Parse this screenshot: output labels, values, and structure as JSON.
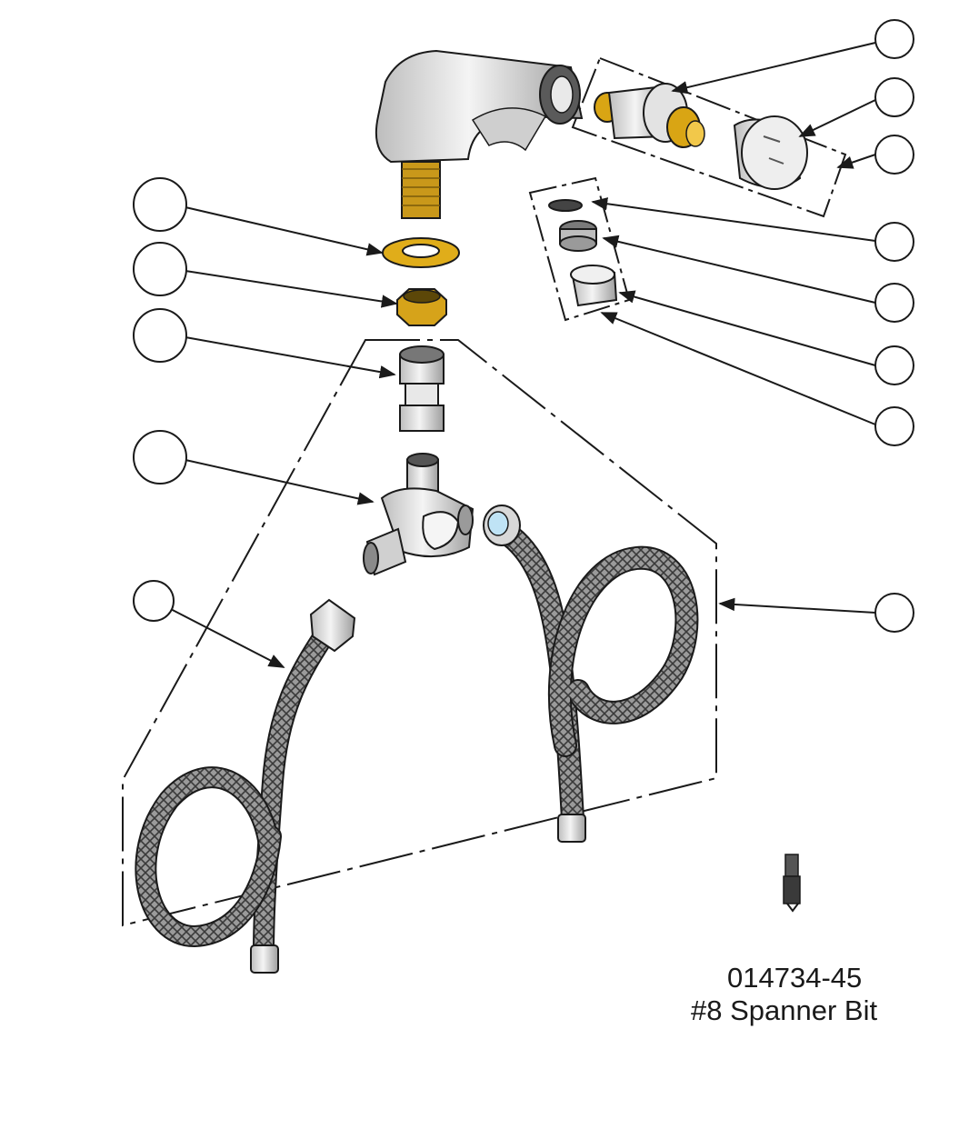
{
  "callouts": [
    {
      "id": "callout-seat-cartridge",
      "side": "right"
    },
    {
      "id": "callout-handle-cap",
      "side": "right"
    },
    {
      "id": "callout-cartridge-kit",
      "side": "right"
    },
    {
      "id": "callout-o-ring",
      "side": "right"
    },
    {
      "id": "callout-flow-insert",
      "side": "right"
    },
    {
      "id": "callout-aerator-housing",
      "side": "right"
    },
    {
      "id": "callout-aerator-kit",
      "side": "right"
    },
    {
      "id": "callout-washer",
      "side": "left"
    },
    {
      "id": "callout-lock-nut",
      "side": "left"
    },
    {
      "id": "callout-coupling",
      "side": "left"
    },
    {
      "id": "callout-tee-fitting",
      "side": "left"
    },
    {
      "id": "callout-supply-hose",
      "side": "left"
    },
    {
      "id": "callout-hose-kit",
      "side": "right"
    }
  ],
  "part_number": {
    "code": "014734-45",
    "description": "#8 Spanner Bit"
  },
  "colors": {
    "line": "#1a1a1a",
    "chrome": "#d9d9d9",
    "chrome_dark": "#8c8c8c",
    "brass": "#d9a514",
    "hose": "#666666"
  }
}
